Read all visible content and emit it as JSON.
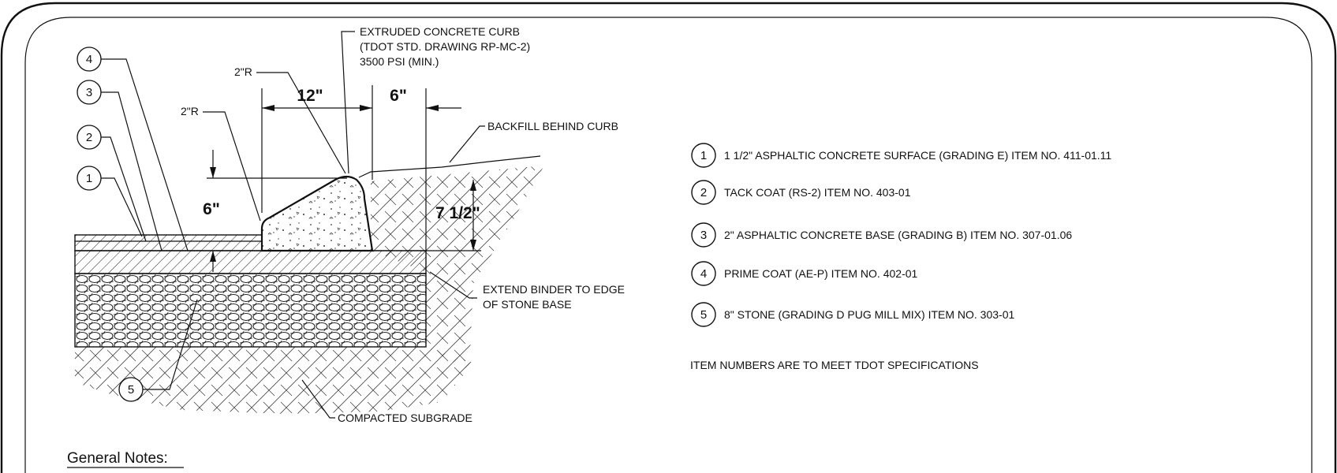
{
  "callouts": {
    "curb_line1": "EXTRUDED CONCRETE CURB",
    "curb_line2": "(TDOT STD. DRAWING RP-MC-2)",
    "curb_line3": "3500 PSI (MIN.)",
    "radius_top": "2\"R",
    "radius_left": "2\"R",
    "backfill": "BACKFILL BEHIND CURB",
    "binder_line1": "EXTEND BINDER TO EDGE",
    "binder_line2": "OF STONE BASE",
    "subgrade": "COMPACTED SUBGRADE"
  },
  "dimensions": {
    "curb_width": "12\"",
    "back_width": "6\"",
    "curb_height": "6\"",
    "back_height": "7 1/2\""
  },
  "layer_markers": [
    "4",
    "3",
    "2",
    "1",
    "5"
  ],
  "legend": {
    "items": [
      {
        "num": "1",
        "text": "1 1/2\" ASPHALTIC CONCRETE SURFACE (GRADING E) ITEM NO. 411-01.11"
      },
      {
        "num": "2",
        "text": "TACK COAT (RS-2) ITEM NO. 403-01"
      },
      {
        "num": "3",
        "text": "2\" ASPHALTIC CONCRETE BASE (GRADING B) ITEM NO. 307-01.06"
      },
      {
        "num": "4",
        "text": "PRIME COAT (AE-P) ITEM NO. 402-01"
      },
      {
        "num": "5",
        "text": "8\" STONE (GRADING D PUG MILL MIX) ITEM NO. 303-01"
      }
    ],
    "footer": "ITEM NUMBERS ARE TO MEET TDOT SPECIFICATIONS"
  },
  "notes_heading": "General Notes:"
}
